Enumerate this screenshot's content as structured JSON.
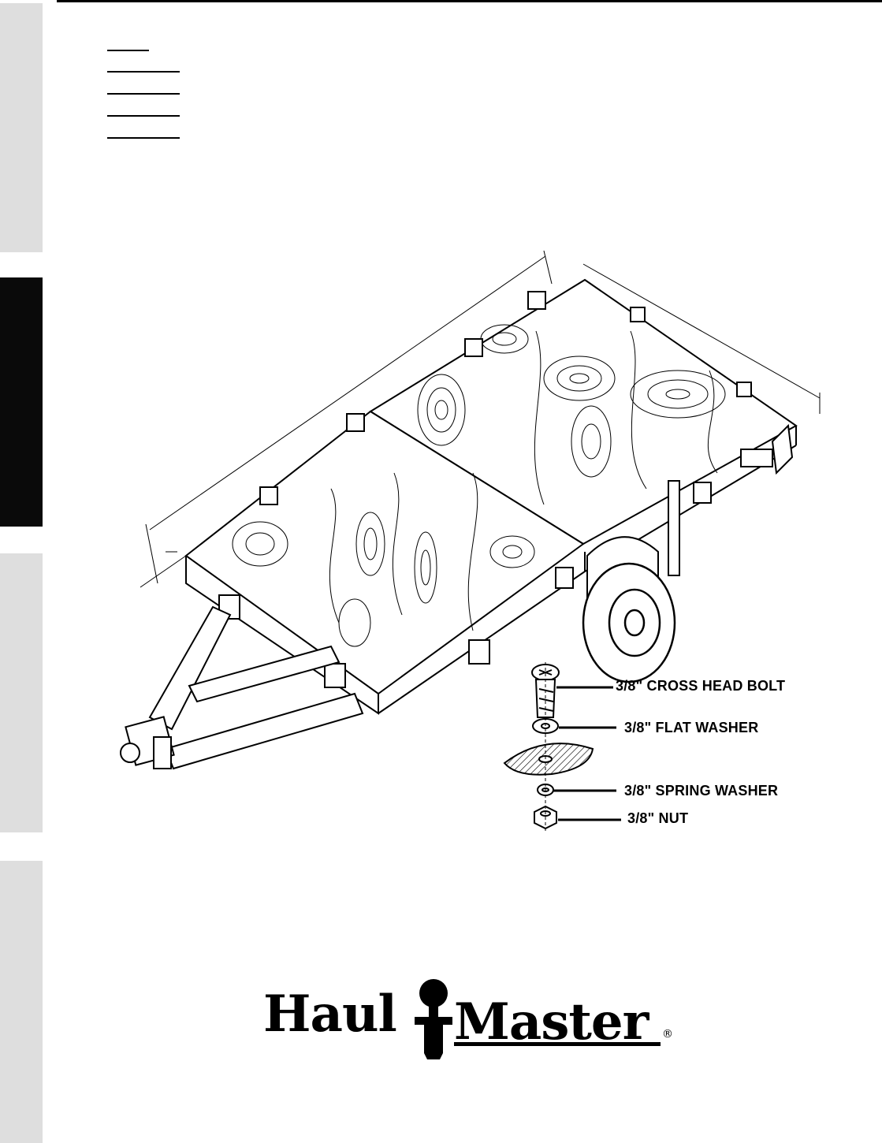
{
  "hardware": {
    "bolt": "3/8\" CROSS HEAD BOLT",
    "flat_washer": "3/8\" FLAT WASHER",
    "spring_washer": "3/8\" SPRING WASHER",
    "nut": "3/8\" NUT"
  },
  "brand": {
    "part1": "Haul",
    "part2": "Master",
    "registered": "®"
  },
  "colors": {
    "ink": "#000000",
    "tab_grey": "#dedede",
    "tab_black": "#0a0a0a"
  }
}
